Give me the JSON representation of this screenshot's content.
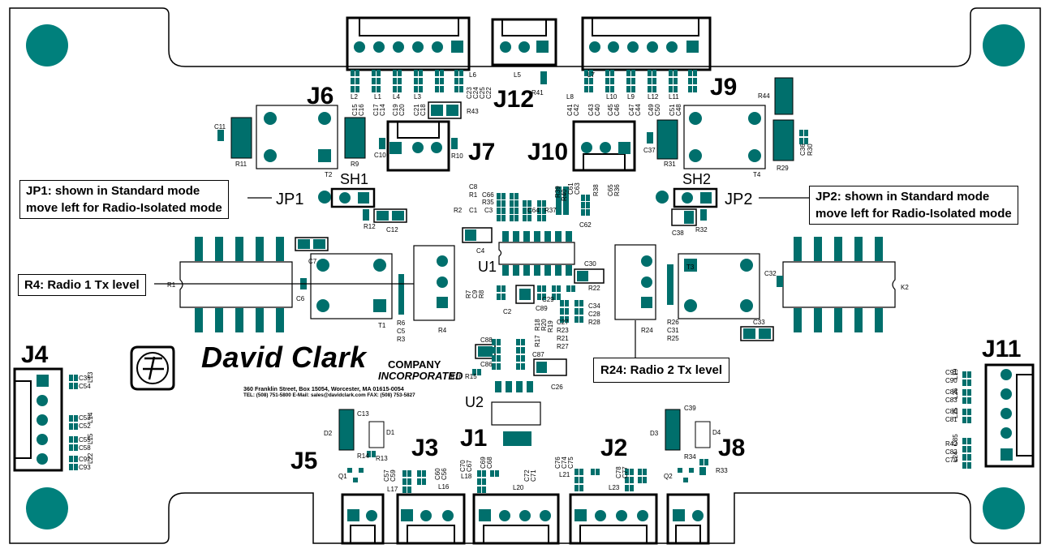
{
  "connectors": {
    "j1": "J1",
    "j2": "J2",
    "j3": "J3",
    "j4": "J4",
    "j5": "J5",
    "j6": "J6",
    "j7": "J7",
    "j8": "J8",
    "j9": "J9",
    "j10": "J10",
    "j11": "J11",
    "j12": "J12"
  },
  "jumpers": {
    "jp1": "JP1",
    "jp2": "JP2",
    "sh1": "SH1",
    "sh2": "SH2"
  },
  "ics": {
    "u1": "U1",
    "u2": "U2"
  },
  "callouts": {
    "jp1_line1": "JP1: shown in Standard mode",
    "jp1_line2": "move left for Radio-Isolated mode",
    "jp2_line1": "JP2: shown in Standard mode",
    "jp2_line2": "move left for Radio-Isolated mode",
    "r4": "R4: Radio 1 Tx level",
    "r24": "R24: Radio 2 Tx level"
  },
  "company": {
    "name": "David Clark",
    "word1": "COMPANY",
    "word2": "INCORPORATED",
    "address": "360 Franklin Street, Box 15054, Worcester, MA 01615-0054",
    "contact": "TEL: (508) 751-5800   E-Mail: sales@davidclark.com   FAX: (508) 753-5827"
  },
  "silkscreen": {
    "r11": "R11",
    "c11": "C11",
    "r9": "R9",
    "t2": "T2",
    "c15": "C15",
    "c16": "C16",
    "c17": "C17",
    "c14": "C14",
    "c19": "C19",
    "c20": "C20",
    "c21": "C21",
    "c18": "C18",
    "r43": "R43",
    "c10": "C10",
    "r10": "R10",
    "l2": "L2",
    "l1": "L1",
    "l4": "L4",
    "l3": "L3",
    "l6": "L6",
    "c23": "C23",
    "c24": "C24",
    "c25": "C25",
    "c22": "C22",
    "l5": "L5",
    "r41": "R41",
    "l8": "L8",
    "l7": "L7",
    "l10": "L10",
    "l9": "L9",
    "l12": "L12",
    "l11": "L11",
    "c41": "C41",
    "c42": "C42",
    "c43": "C43",
    "c40": "C40",
    "c45": "C45",
    "c46": "C46",
    "c47": "C47",
    "c44": "C44",
    "c49": "C49",
    "c50": "C50",
    "c51": "C51",
    "c48": "C48",
    "r44": "R44",
    "c37": "C37",
    "r31": "R31",
    "t4": "T4",
    "r29": "R29",
    "c36": "C36",
    "r30": "R30",
    "r12": "R12",
    "c12": "C12",
    "c8": "C8",
    "r1": "R1",
    "r2": "R2",
    "c1": "C1",
    "c66": "C66",
    "r35": "R35",
    "c3": "C3",
    "c64": "C64",
    "r37": "R37",
    "r39": "R39",
    "r40": "R40",
    "c61": "C61",
    "c63": "C63",
    "r38": "R38",
    "c65": "C65",
    "r36": "R36",
    "c62": "C62",
    "c4": "C4",
    "c38": "C38",
    "r32": "R32",
    "r1k": "R1",
    "c7": "C7",
    "c6": "C6",
    "t1": "T1",
    "r6": "R6",
    "c5": "C5",
    "r3": "R3",
    "r4": "R4",
    "r7": "R7",
    "c9": "C9",
    "r8": "R8",
    "c2": "C2",
    "c89": "C89",
    "c29": "C29",
    "r22": "R22",
    "c30": "C30",
    "c34": "C34",
    "c28": "C28",
    "r28": "R28",
    "c27": "C27",
    "r23": "R23",
    "r21": "R21",
    "r27": "R27",
    "r17": "R17",
    "r20": "R20",
    "r18": "R18",
    "r19": "R19",
    "r24": "R24",
    "r26": "R26",
    "c31": "C31",
    "r25": "R25",
    "c33": "C33",
    "t3": "T3",
    "c32": "C32",
    "k2": "K2",
    "c88": "C88",
    "c86": "C86",
    "c87": "C87",
    "r16": "R16",
    "r15": "R15",
    "c26": "C26",
    "l13": "L13",
    "c35": "C35",
    "c54": "C54",
    "l14": "L14",
    "c53": "C53",
    "c52": "C52",
    "l15": "L15",
    "c55": "C55",
    "c58": "C58",
    "l22": "L22",
    "c92": "C92",
    "c93": "C93",
    "c91": "C91",
    "c90": "C90",
    "l19": "L19",
    "c84": "C84",
    "c83": "C83",
    "l26": "L26",
    "c80": "C80",
    "c81": "C81",
    "l25": "L25",
    "r42": "R42",
    "c82": "C82",
    "c79": "C79",
    "c85": "C85",
    "l24": "L24",
    "d2": "D2",
    "c13": "C13",
    "d1": "D1",
    "r14": "R14",
    "r13": "R13",
    "q1": "Q1",
    "c57": "C57",
    "c59": "C59",
    "l17": "L17",
    "c60": "C60",
    "c56": "C56",
    "l16": "L16",
    "c70": "C70",
    "c67": "C67",
    "l18": "L18",
    "c69": "C69",
    "c68": "C68",
    "c72": "C72",
    "c71": "C71",
    "l20": "L20",
    "c76": "C76",
    "c74": "C74",
    "c75": "C75",
    "l21": "L21",
    "c78": "C78",
    "c77": "C77",
    "l23": "L23",
    "d3": "D3",
    "c39": "C39",
    "d4": "D4",
    "r34": "R34",
    "q2": "Q2",
    "r33": "R33"
  },
  "colors": {
    "pad": "#006f6c",
    "outline": "#000000",
    "board": "#ffffff"
  }
}
